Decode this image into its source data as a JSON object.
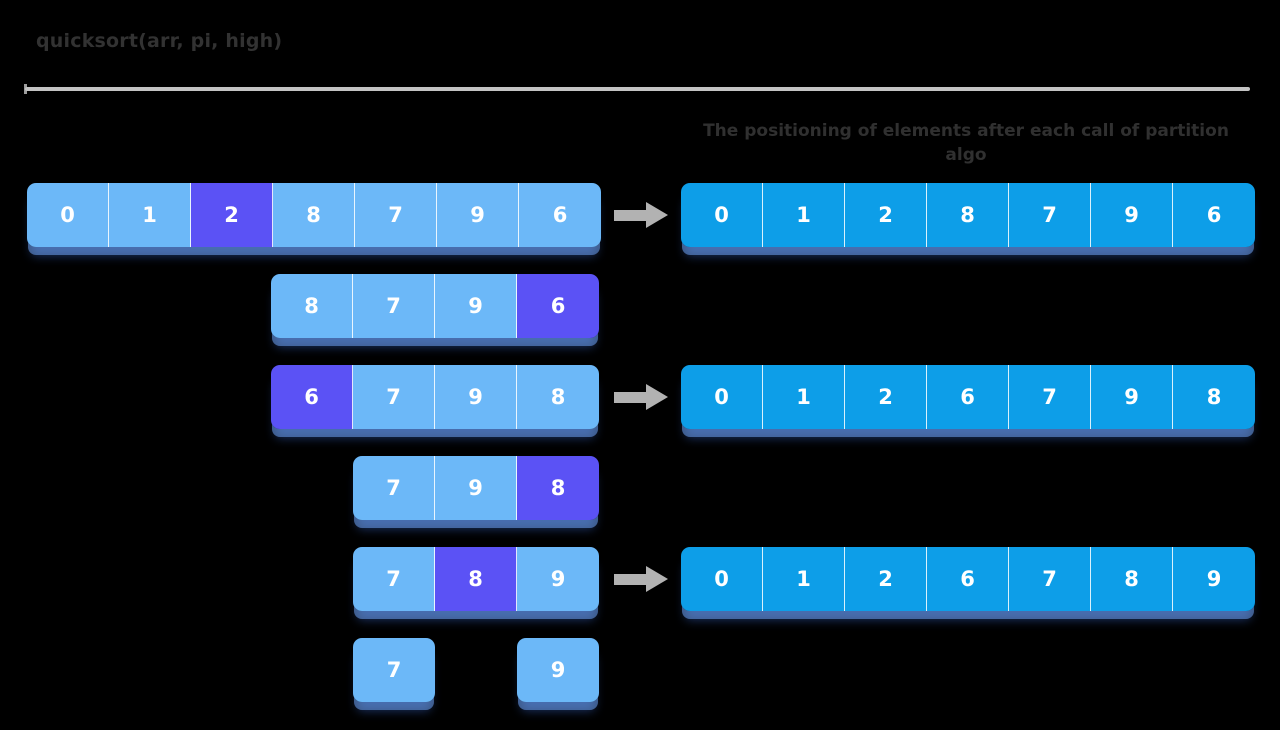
{
  "page": {
    "title": "quicksort(arr, pi, high)",
    "background_color": "#000000",
    "title_color": "#323232",
    "divider_color": "#c3c3c3"
  },
  "right_panel": {
    "heading": "The positioning of elements after each call of partition algo"
  },
  "colors": {
    "cell_light_blue": "#6cb8f8",
    "cell_pivot_purple": "#5b52f5",
    "cell_deep_blue": "#0d9ee8",
    "arrow_gray": "#b2b2b2",
    "text_white": "#ffffff"
  },
  "left_column": {
    "rows": [
      {
        "id": "left-row-1",
        "values": [
          "0",
          "1",
          "2",
          "8",
          "7",
          "9",
          "6"
        ],
        "pivot_index": 2,
        "has_arrow": true
      },
      {
        "id": "left-row-2",
        "values": [
          "8",
          "7",
          "9",
          "6"
        ],
        "pivot_index": 3,
        "has_arrow": false
      },
      {
        "id": "left-row-3",
        "values": [
          "6",
          "7",
          "9",
          "8"
        ],
        "pivot_index": 0,
        "has_arrow": true
      },
      {
        "id": "left-row-4",
        "values": [
          "7",
          "9",
          "8"
        ],
        "pivot_index": 2,
        "has_arrow": false
      },
      {
        "id": "left-row-5",
        "values": [
          "7",
          "8",
          "9"
        ],
        "pivot_index": 1,
        "has_arrow": true
      }
    ],
    "leaves": [
      {
        "id": "leaf-left",
        "value": "7"
      },
      {
        "id": "leaf-right",
        "value": "9"
      }
    ]
  },
  "right_column": {
    "rows": [
      {
        "id": "right-row-1",
        "values": [
          "0",
          "1",
          "2",
          "8",
          "7",
          "9",
          "6"
        ]
      },
      {
        "id": "right-row-2",
        "values": [
          "0",
          "1",
          "2",
          "6",
          "7",
          "9",
          "8"
        ]
      },
      {
        "id": "right-row-3",
        "values": [
          "0",
          "1",
          "2",
          "6",
          "7",
          "8",
          "9"
        ]
      }
    ]
  }
}
